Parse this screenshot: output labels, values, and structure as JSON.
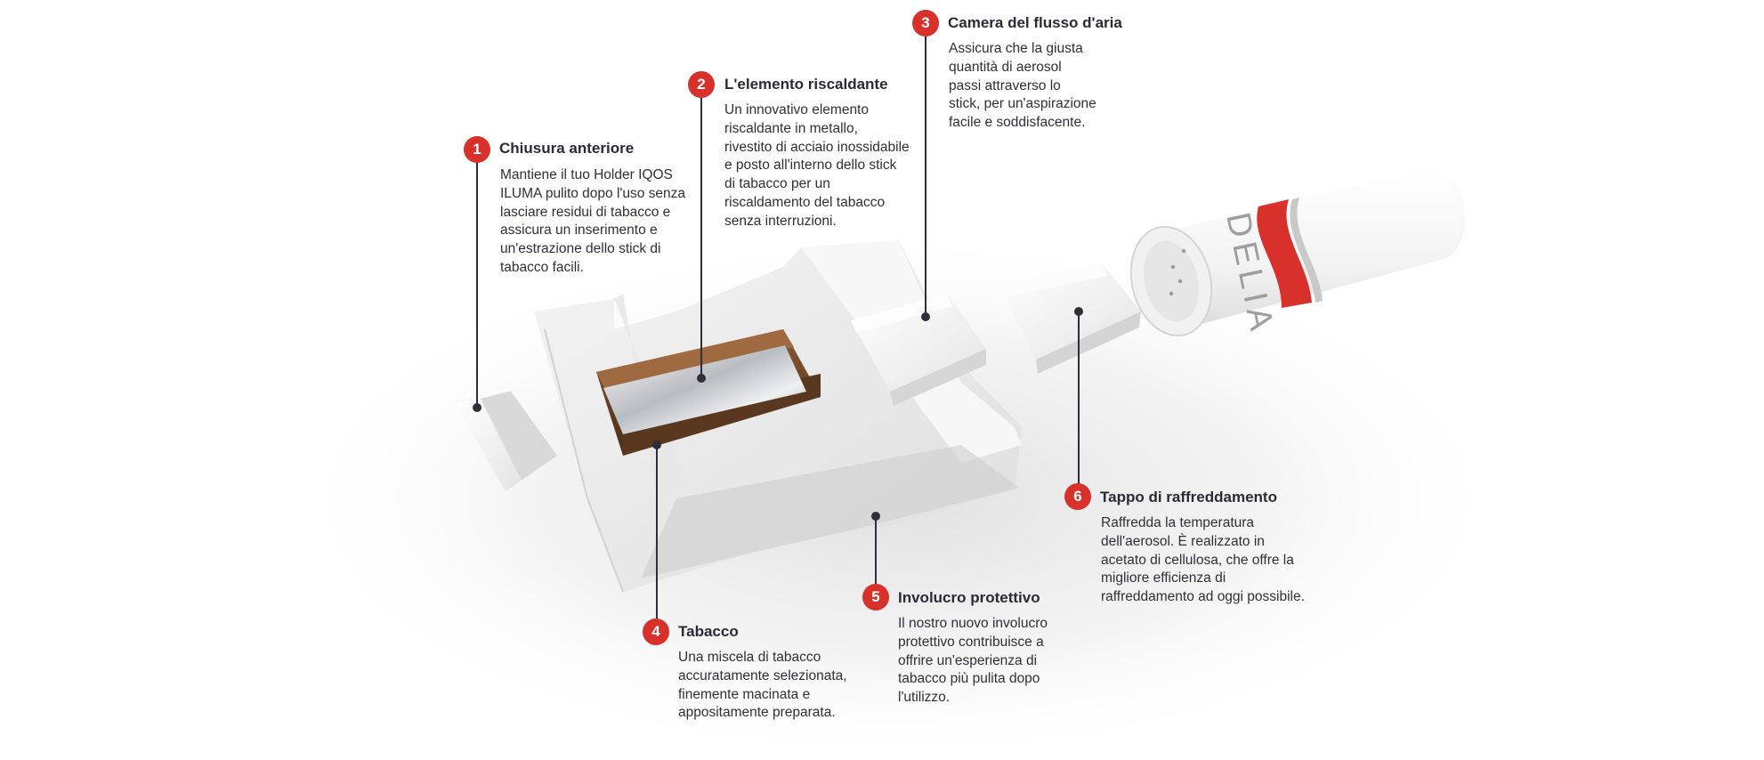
{
  "colors": {
    "accent": "#d8302b",
    "text": "#2b2b36",
    "line": "#2f2f3a"
  },
  "brand_text": "DELIA",
  "callouts": [
    {
      "number": "1",
      "title": "Chiusura anteriore",
      "lines": [
        "Mantiene il tuo Holder IQOS",
        "ILUMA pulito dopo l'uso senza",
        "lasciare residui di tabacco e",
        "assicura un inserimento e",
        "un'estrazione dello stick di",
        "tabacco facili."
      ]
    },
    {
      "number": "2",
      "title": "L'elemento riscaldante",
      "lines": [
        "Un innovativo elemento",
        "riscaldante in metallo,",
        "rivestito di acciaio inossidabile",
        "e posto all'interno dello stick",
        "di tabacco per un",
        "riscaldamento del tabacco",
        "senza interruzioni."
      ]
    },
    {
      "number": "3",
      "title": "Camera del flusso d'aria",
      "lines": [
        "Assicura che la giusta",
        "quantità di aerosol",
        "passi attraverso lo",
        "stick, per un'aspirazione",
        "facile e soddisfacente."
      ]
    },
    {
      "number": "4",
      "title": "Tabacco",
      "lines": [
        "Una miscela di tabacco",
        "accuratamente selezionata,",
        "finemente macinata e",
        "appositamente preparata."
      ]
    },
    {
      "number": "5",
      "title": "Involucro protettivo",
      "lines": [
        "Il nostro nuovo involucro",
        "protettivo contribuisce a",
        "offrire un'esperienza di",
        "tabacco più pulita dopo",
        "l'utilizzo."
      ]
    },
    {
      "number": "6",
      "title": "Tappo di raffreddamento",
      "lines": [
        "Raffredda la temperatura",
        "dell'aerosol. È realizzato in",
        "acetato di cellulosa, che offre la",
        "migliore efficienza di",
        "raffreddamento ad oggi possibile."
      ]
    }
  ]
}
